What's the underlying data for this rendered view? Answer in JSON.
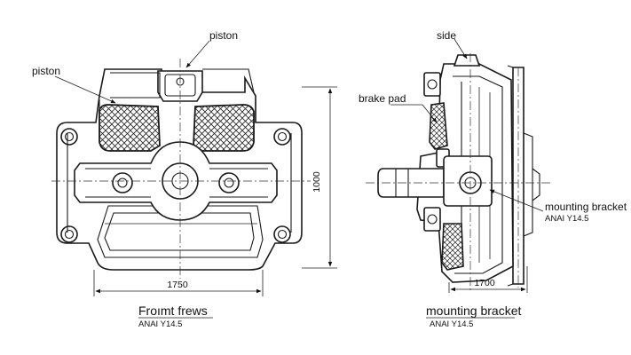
{
  "front_view": {
    "label_piston_top": "piston",
    "label_piston_left": "piston",
    "dim_width": "1750",
    "dim_height": "1000",
    "caption": "Froımt frews",
    "subcaption": "ANAI Y14.5"
  },
  "side_view": {
    "label_side": "side",
    "label_brake_pad": "brake pad",
    "label_mounting_bracket": "mounting bracket",
    "label_mounting_bracket_std": "ANAI Y14.5",
    "dim_width": "1700",
    "caption": "mounting bracket",
    "subcaption": "ANAI Y14.5"
  }
}
